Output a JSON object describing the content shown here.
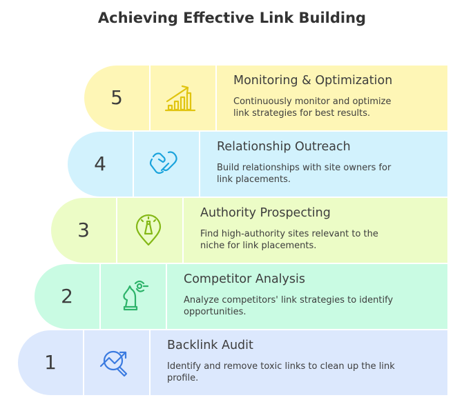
{
  "title": "Achieving Effective Link Building",
  "steps": [
    {
      "number": "5",
      "heading": "Monitoring & Optimization",
      "line1": "Continuously monitor and optimize",
      "line2": "link strategies for best results.",
      "icon": "chart-growth-icon",
      "bg": "#fef6b6",
      "fg": "#e0c40f"
    },
    {
      "number": "4",
      "heading": "Relationship Outreach",
      "line1": "Build relationships with site owners for",
      "line2": "link placements.",
      "icon": "handshake-icon",
      "bg": "#d2f2fd",
      "fg": "#1aa3dc"
    },
    {
      "number": "3",
      "heading": "Authority Prospecting",
      "line1": "Find high-authority sites relevant to the",
      "line2": "niche for link placements.",
      "icon": "location-pin-icon",
      "bg": "#ecfcc6",
      "fg": "#84b816"
    },
    {
      "number": "2",
      "heading": "Competitor Analysis",
      "line1": "Analyze competitors' link strategies to identify",
      "line2": "opportunities.",
      "icon": "chess-knight-icon",
      "bg": "#c9fbe3",
      "fg": "#2db36a"
    },
    {
      "number": "1",
      "heading": "Backlink Audit",
      "line1": "Identify and remove toxic links to clean up the link",
      "line2": "profile.",
      "icon": "magnifier-trend-icon",
      "bg": "#dce8fd",
      "fg": "#3b7be0"
    }
  ]
}
